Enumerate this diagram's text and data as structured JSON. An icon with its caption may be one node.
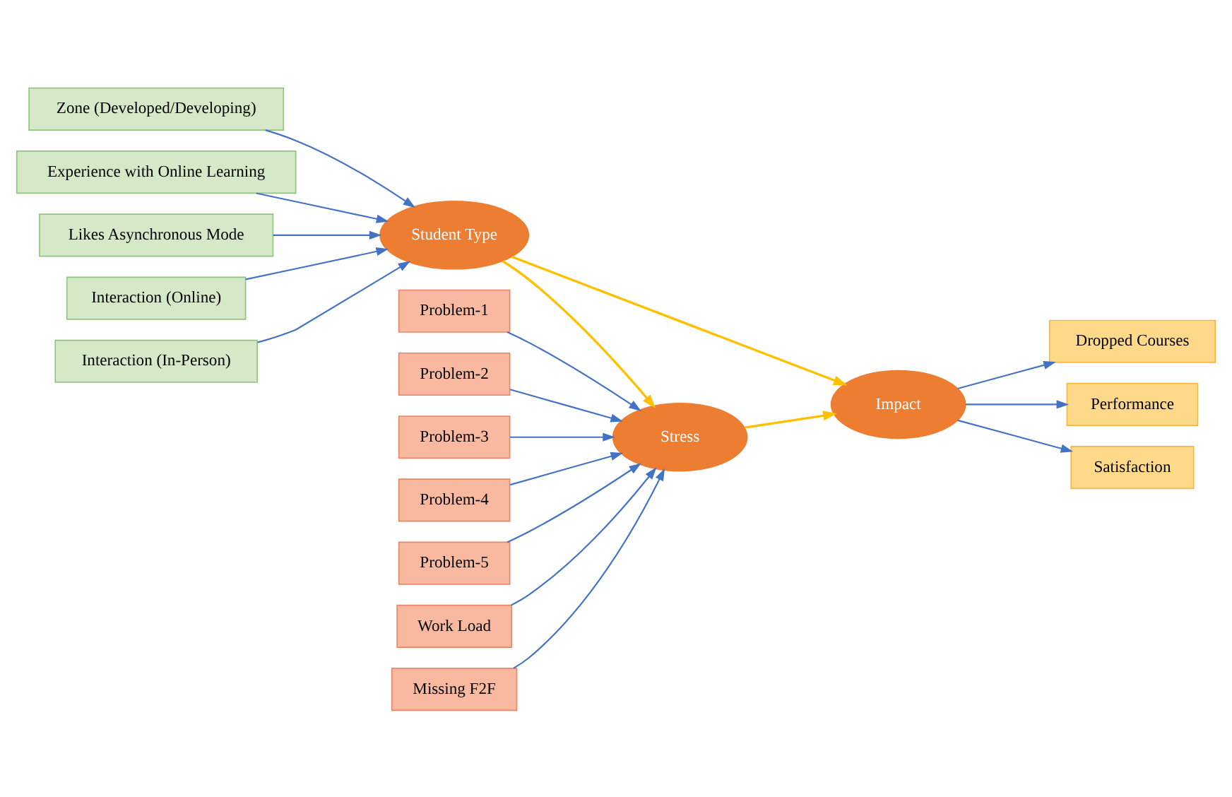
{
  "diagram": {
    "nodes": [
      {
        "text": [
          "Problem-1"
        ]
      },
      {
        "text": [
          "Problem-2"
        ]
      },
      {
        "text": [
          "Problem-3"
        ]
      },
      {
        "text": [
          "Problem-4"
        ]
      },
      {
        "text": [
          "Problem-5"
        ]
      },
      {
        "text": [
          "Work Load"
        ]
      },
      {
        "text": [
          "Missing F2F"
        ]
      },
      {
        "text": [
          "Stress"
        ]
      },
      {
        "text": [
          "Dropped Courses"
        ]
      },
      {
        "text": [
          "Impact"
        ]
      },
      {
        "text": [
          "Performance"
        ]
      },
      {
        "text": [
          "Zone (Developed/Developing)"
        ]
      },
      {
        "text": [
          "Experience with Online Learning"
        ]
      },
      {
        "text": [
          "Satisfaction"
        ]
      },
      {
        "text": [
          "Likes Asynchronous Mode"
        ]
      },
      {
        "text": [
          "Student Type"
        ]
      },
      {
        "text": [
          "Interaction (Online)"
        ]
      },
      {
        "text": [
          "Interaction (In-Person)"
        ]
      }
    ],
    "edges": [
      {
        "from": 0,
        "to": 7,
        "arrow": "to"
      },
      {
        "from": 1,
        "to": 7,
        "arrow": "to"
      },
      {
        "from": 2,
        "to": 7,
        "arrow": "to"
      },
      {
        "from": 3,
        "to": 7,
        "arrow": "to"
      },
      {
        "from": 4,
        "to": 7,
        "arrow": "to"
      },
      {
        "from": 5,
        "to": 7,
        "arrow": "to"
      },
      {
        "from": 6,
        "to": 7,
        "arrow": "to"
      },
      {
        "from": 7,
        "to": 9,
        "arrow": "to",
        "color": "#ffc000"
      },
      {
        "from": 15,
        "to": 7,
        "arrow": "to",
        "color": "#ffc000"
      },
      {
        "from": 15,
        "to": 9,
        "arrow": "to",
        "color": "#ffc000"
      },
      {
        "from": 9,
        "to": 8,
        "arrow": "to"
      },
      {
        "from": 9,
        "to": 10,
        "arrow": "to"
      },
      {
        "from": 9,
        "to": 13,
        "arrow": "to"
      },
      {
        "from": 11,
        "to": 15,
        "arrow": "to"
      },
      {
        "from": 12,
        "to": 15,
        "arrow": "to"
      },
      {
        "from": 14,
        "to": 15,
        "arrow": "to"
      },
      {
        "from": 16,
        "to": 15,
        "arrow": "to"
      },
      {
        "from": 17,
        "to": 15,
        "arrow": "to"
      }
    ]
  }
}
